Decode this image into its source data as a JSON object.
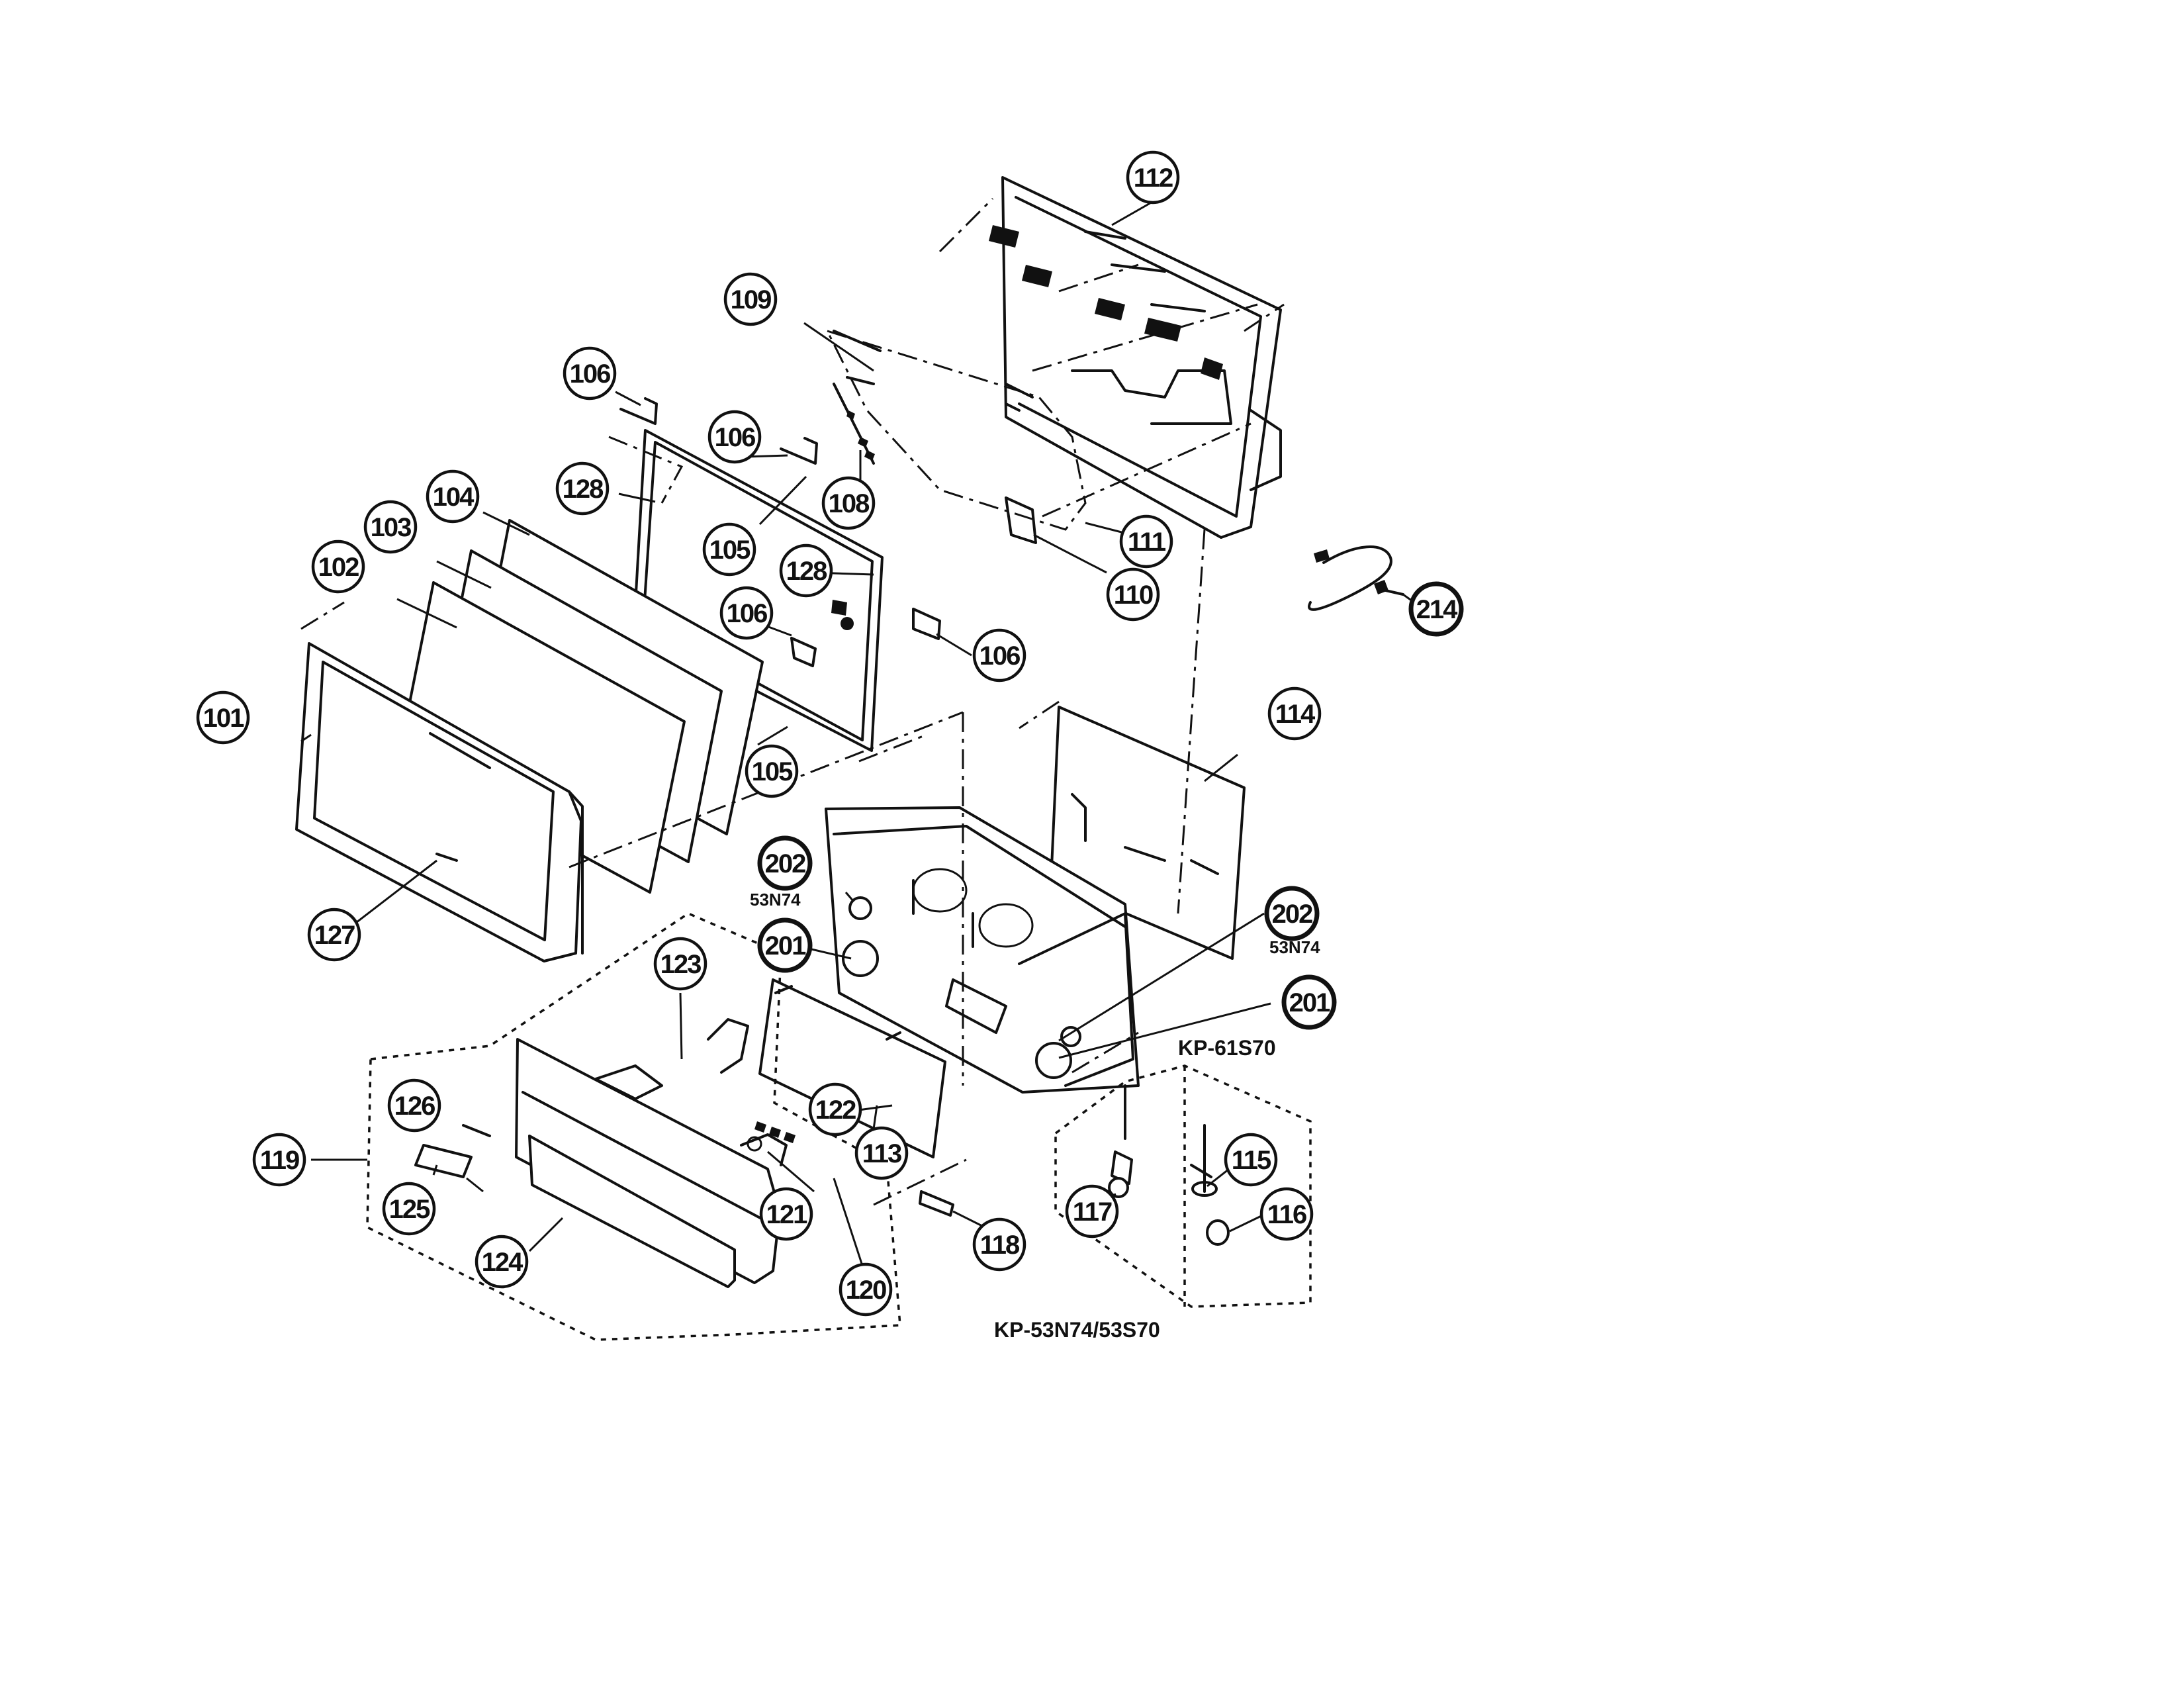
{
  "callouts": [
    {
      "label": "101"
    },
    {
      "label": "102"
    },
    {
      "label": "103"
    },
    {
      "label": "104"
    },
    {
      "label": "105"
    },
    {
      "label": "105"
    },
    {
      "label": "106"
    },
    {
      "label": "106"
    },
    {
      "label": "106"
    },
    {
      "label": "106"
    },
    {
      "label": "108"
    },
    {
      "label": "109"
    },
    {
      "label": "110"
    },
    {
      "label": "111"
    },
    {
      "label": "112"
    },
    {
      "label": "113"
    },
    {
      "label": "114"
    },
    {
      "label": "115"
    },
    {
      "label": "116"
    },
    {
      "label": "117"
    },
    {
      "label": "118"
    },
    {
      "label": "119"
    },
    {
      "label": "120"
    },
    {
      "label": "121"
    },
    {
      "label": "122"
    },
    {
      "label": "123"
    },
    {
      "label": "124"
    },
    {
      "label": "125"
    },
    {
      "label": "126"
    },
    {
      "label": "127"
    },
    {
      "label": "128"
    },
    {
      "label": "128"
    },
    {
      "label": "201"
    },
    {
      "label": "201"
    },
    {
      "label": "202"
    },
    {
      "label": "202"
    },
    {
      "label": "214"
    }
  ],
  "notes": {
    "left_speaker_model": "53N74",
    "right_speaker_model": "53N74",
    "kp61_model": "KP-61S70",
    "kp53_models": "KP-53N74/53S70"
  }
}
